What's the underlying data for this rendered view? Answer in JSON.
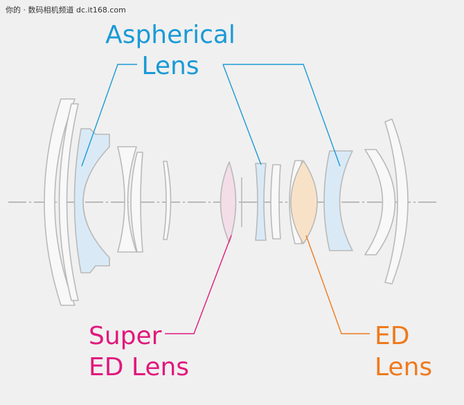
{
  "watermark": "你的 · 数码相机频道 dc.it168.com",
  "labels": {
    "aspherical_line1": "Aspherical",
    "aspherical_line2": "Lens",
    "super_ed_line1": "Super",
    "super_ed_line2": "ED Lens",
    "ed_line1": "ED",
    "ed_line2": "Lens"
  },
  "colors": {
    "background": "#f0f0f0",
    "lens_outline": "#b9b9b9",
    "lens_fill": "#f8f8f8",
    "aspherical": "#1a9ad6",
    "aspherical_fill": "#d9eaf6",
    "super_ed": "#e0197d",
    "super_ed_fill": "#f3dde7",
    "ed": "#ee7a1c",
    "ed_fill": "#f8e2c7",
    "axis": "#9a9a9a"
  }
}
